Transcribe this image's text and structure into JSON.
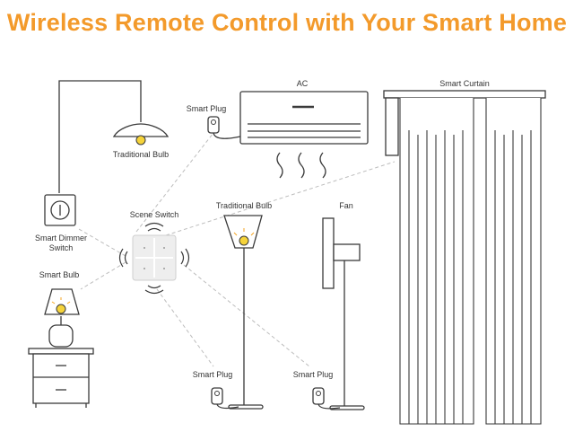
{
  "title": "Wireless Remote Control with Your Smart Home",
  "labels": {
    "ac": "AC",
    "smart_curtain": "Smart Curtain",
    "smart_plug_ac": "Smart Plug",
    "traditional_bulb_ceiling": "Traditional Bulb",
    "scene_switch": "Scene Switch",
    "traditional_bulb_floor": "Traditional Bulb",
    "fan": "Fan",
    "smart_dimmer_switch": "Smart Dimmer Switch",
    "smart_bulb": "Smart Bulb",
    "smart_plug_lamp": "Smart Plug",
    "smart_plug_fan": "Smart Plug"
  },
  "colors": {
    "title": "#f39a2b",
    "line": "#3a3a3a",
    "dashed": "#bdbdbd",
    "bulb_glow": "#f5d33a",
    "switch_face": "#eeeeee"
  }
}
